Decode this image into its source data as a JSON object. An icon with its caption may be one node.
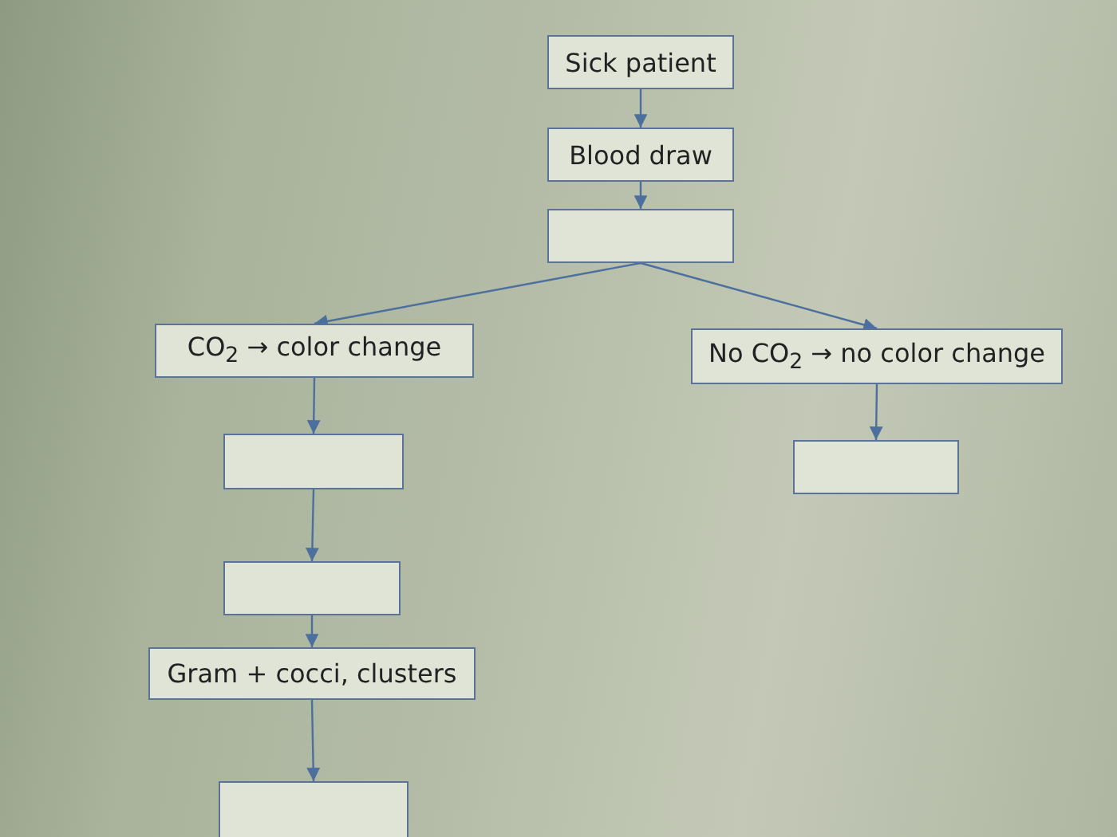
{
  "diagram": {
    "nodes": [
      {
        "text": [
          "Sick patient"
        ]
      },
      {
        "text": [
          "Blood draw"
        ]
      },
      {
        "text": [],
        "shape": "box"
      },
      {
        "text": [
          "CO$_{2}$ → color change"
        ]
      },
      {
        "text": [
          "No CO$_{2}$ → no color change"
        ]
      },
      {
        "text": [],
        "shape": "box"
      },
      {
        "text": [],
        "shape": "box"
      },
      {
        "text": [],
        "shape": "box"
      },
      {
        "text": [
          "Gram + cocci, clusters"
        ]
      },
      {
        "text": [],
        "shape": "box"
      }
    ],
    "edges": [
      {
        "from": 0,
        "to": 1,
        "arrow": "to"
      },
      {
        "from": 1,
        "to": 2,
        "arrow": "to"
      },
      {
        "from": 2,
        "to": 3,
        "arrow": "to"
      },
      {
        "from": 2,
        "to": 4,
        "arrow": "to"
      },
      {
        "from": 3,
        "to": 5,
        "arrow": "to"
      },
      {
        "from": 4,
        "to": 6,
        "arrow": "to"
      },
      {
        "from": 5,
        "to": 7,
        "arrow": "to"
      },
      {
        "from": 7,
        "to": 8,
        "arrow": "to"
      },
      {
        "from": 8,
        "to": 9,
        "arrow": "to"
      }
    ]
  }
}
